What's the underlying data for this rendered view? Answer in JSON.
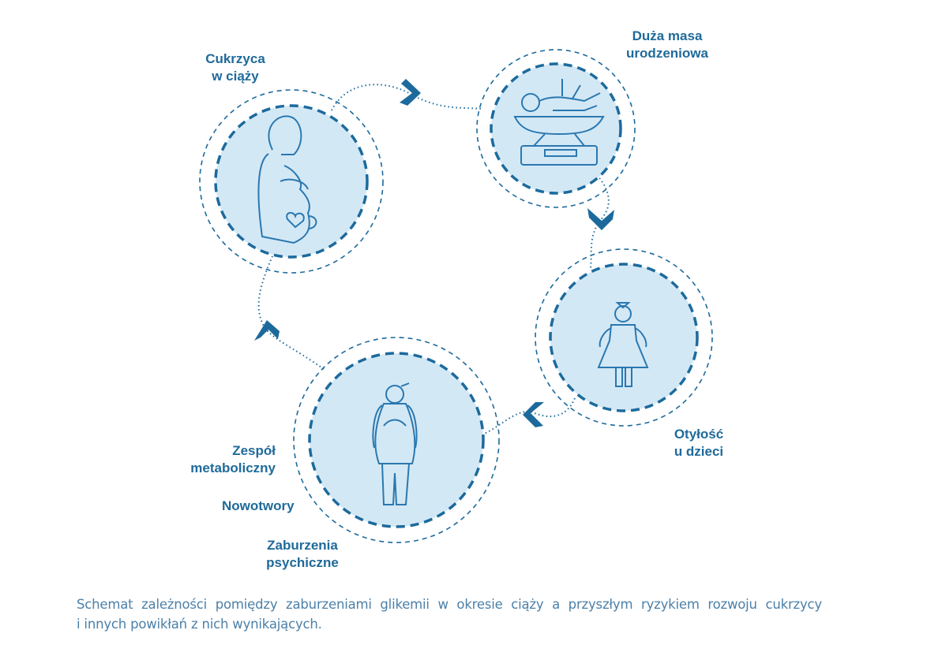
{
  "nodes": {
    "pregnancy": {
      "line1": "Cukrzyca",
      "line2": "w ciąży",
      "icon": "pregnant-woman-icon"
    },
    "birth_weight": {
      "line1": "Duża masa",
      "line2": "urodzeniowa",
      "icon": "baby-scale-icon"
    },
    "child_obesity": {
      "line1": "Otyłość",
      "line2": "u dzieci",
      "icon": "child-icon"
    },
    "adult": {
      "icon": "adult-obese-icon",
      "metabolic": {
        "line1": "Zespół",
        "line2": "metaboliczny"
      },
      "cancer": "Nowotwory",
      "mental": {
        "line1": "Zaburzenia",
        "line2": "psychiczne"
      }
    }
  },
  "caption": {
    "line1": "Schemat zależności pomiędzy zaburzeniami glikemii w okresie ciąży a przyszłym ryzykiem rozwoju cukrzycy",
    "line2": "i innych powikłań z nich wynikających."
  },
  "colors": {
    "primary": "#1c6a9c",
    "fill": "#d3e8f5",
    "caption": "#4c80a8"
  }
}
